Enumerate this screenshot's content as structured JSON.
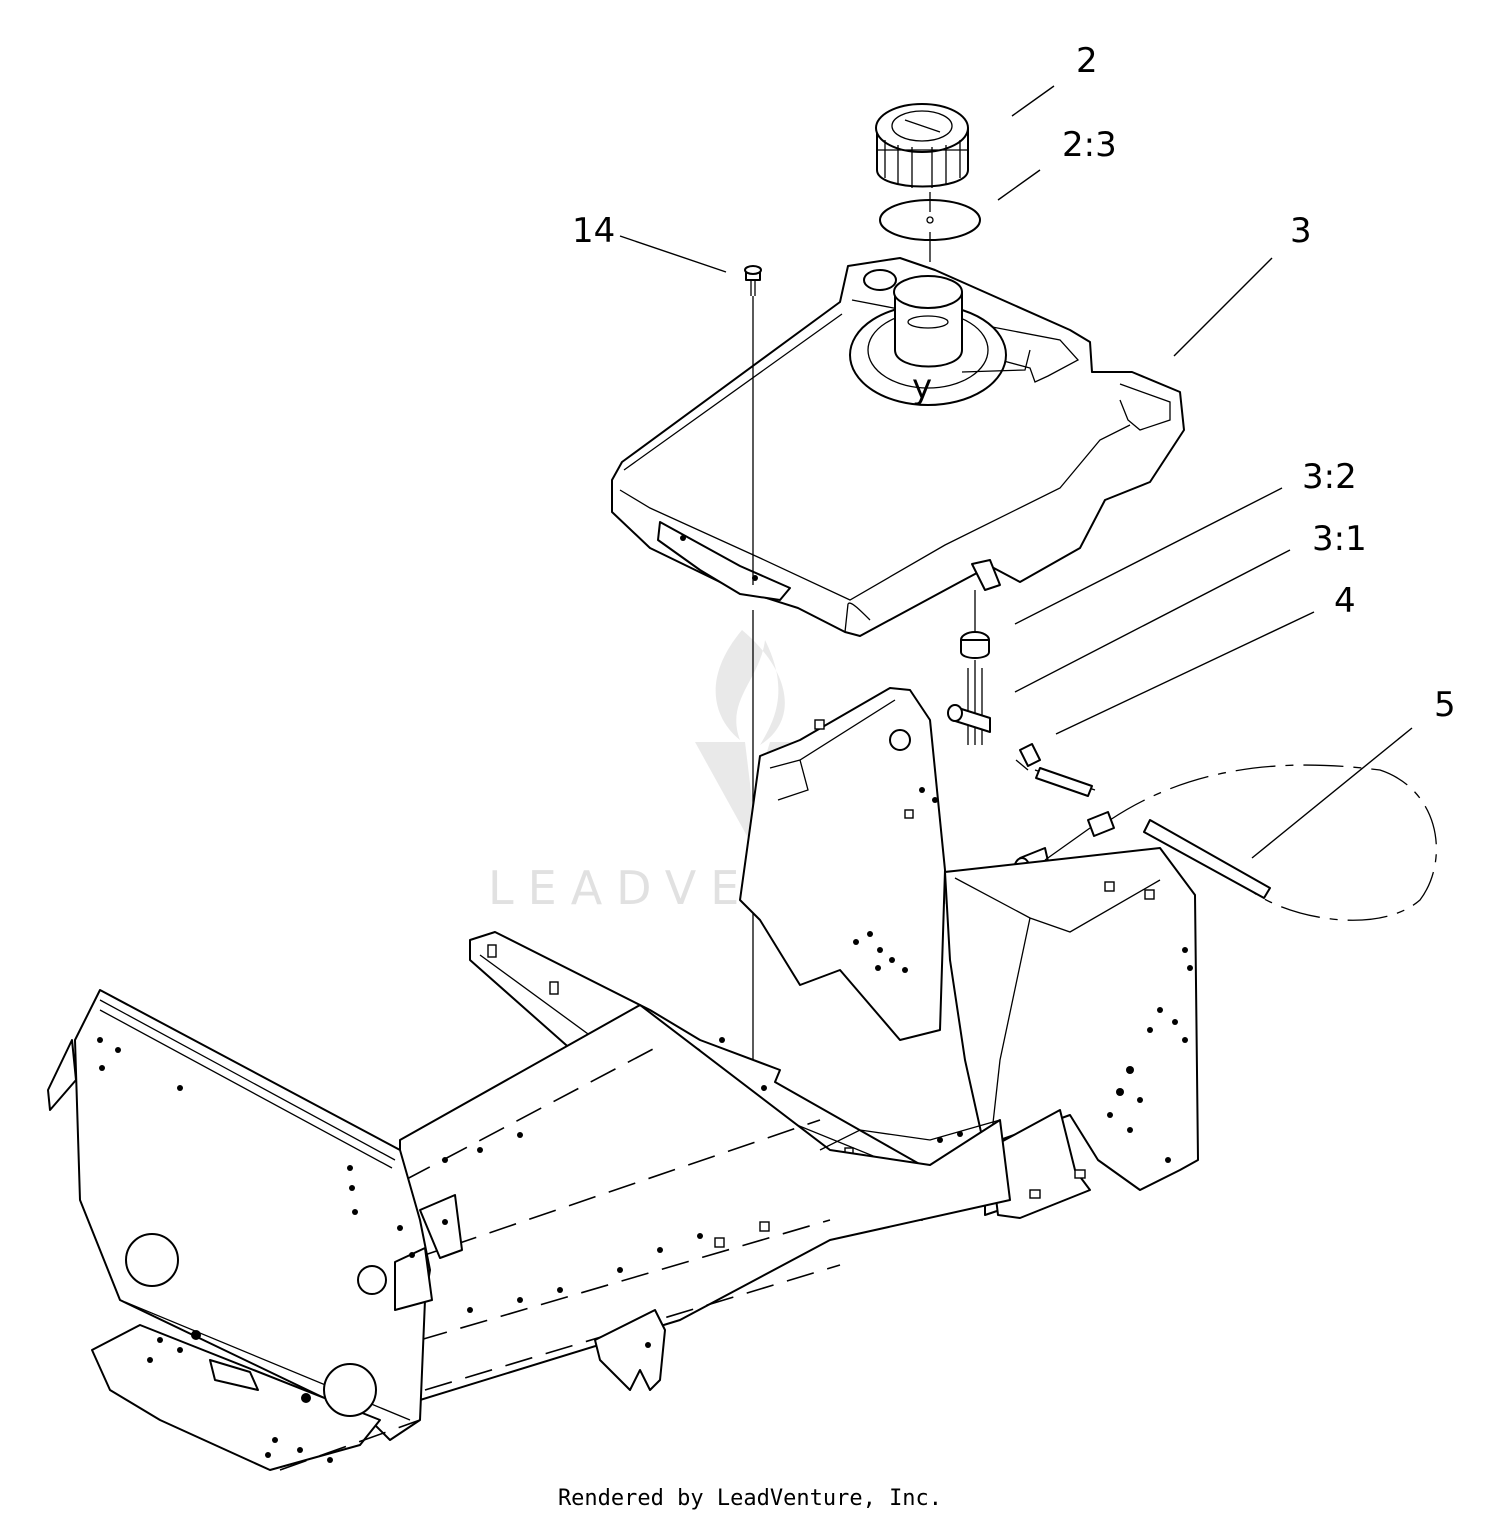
{
  "callouts": {
    "c2": "2",
    "c2_3": "2:3",
    "c14": "14",
    "c3": "3",
    "c3_2": "3:2",
    "c3_1": "3:1",
    "c4": "4",
    "c5": "5"
  },
  "tank_mark": "y",
  "watermark": "LEADVENTURE",
  "footer": "Rendered by LeadVenture, Inc."
}
